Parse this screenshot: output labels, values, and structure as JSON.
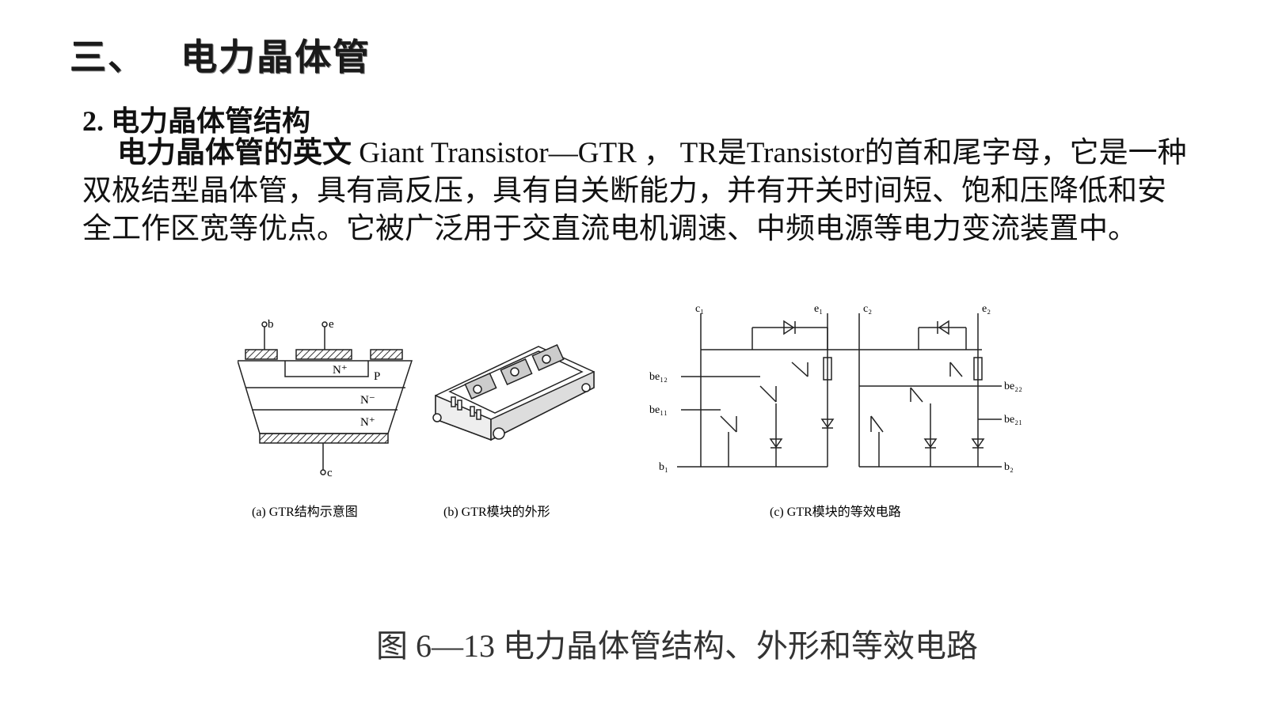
{
  "heading": {
    "number": "三、",
    "title": "电力晶体管"
  },
  "subheading": "2. 电力晶体管结构",
  "paragraph": {
    "lead": "电力晶体管的英文",
    "body": " Giant Transistor—GTR ， TR是Transistor的首和尾字母，它是一种双极结型晶体管，具有高反压，具有自关断能力，并有开关时间短、饱和压降低和安全工作区宽等优点。它被广泛用于交直流电机调速、中频电源等电力变流装置中。"
  },
  "figure": {
    "diagram_a": {
      "terminal_b": "b",
      "terminal_e": "e",
      "terminal_c": "c",
      "region_n_plus_top": "N⁺",
      "region_p": "P",
      "region_n_minus": "N⁻",
      "region_n_plus_bottom": "N⁺"
    },
    "diagram_c": {
      "oc1": "c₁",
      "e1": "e₁",
      "oc2": "c₂",
      "oe2": "e₂",
      "be12": "be₁₂",
      "be11": "be₁₁",
      "b1": "b₁",
      "be22": "be₂₂",
      "be21": "be₂₁",
      "b2": "b₂"
    },
    "sub_captions": {
      "a": "(a) GTR结构示意图",
      "b": "(b) GTR模块的外形",
      "c": "(c) GTR模块的等效电路"
    }
  },
  "caption": "图 6—13 电力晶体管结构、外形和等效电路"
}
